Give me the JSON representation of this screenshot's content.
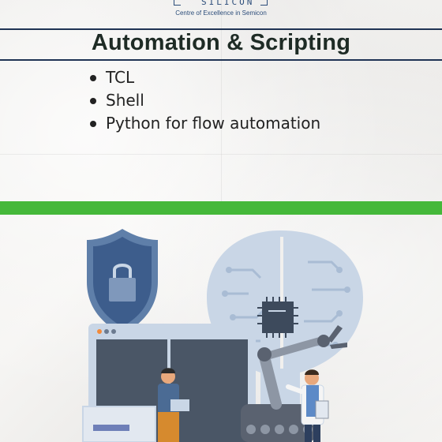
{
  "logo": {
    "wordmark": "SILICON",
    "tagline": "Centre of Excellence in Semicon"
  },
  "page": {
    "title": "Automation & Scripting"
  },
  "topics": [
    {
      "label": "TCL"
    },
    {
      "label": "Shell"
    },
    {
      "label": "Python for flow automation"
    }
  ],
  "colors": {
    "accent_bar": "#45b83a",
    "rule": "#1f3354",
    "title_text": "#1e2b25",
    "illustration_primary": "#3d5d8c",
    "illustration_light": "#c9d6e6"
  },
  "icons": {
    "shield": "padlock-shield-icon",
    "brain": "circuit-brain-icon",
    "chip": "microchip-icon",
    "robot_arm": "robotic-arm-icon"
  }
}
